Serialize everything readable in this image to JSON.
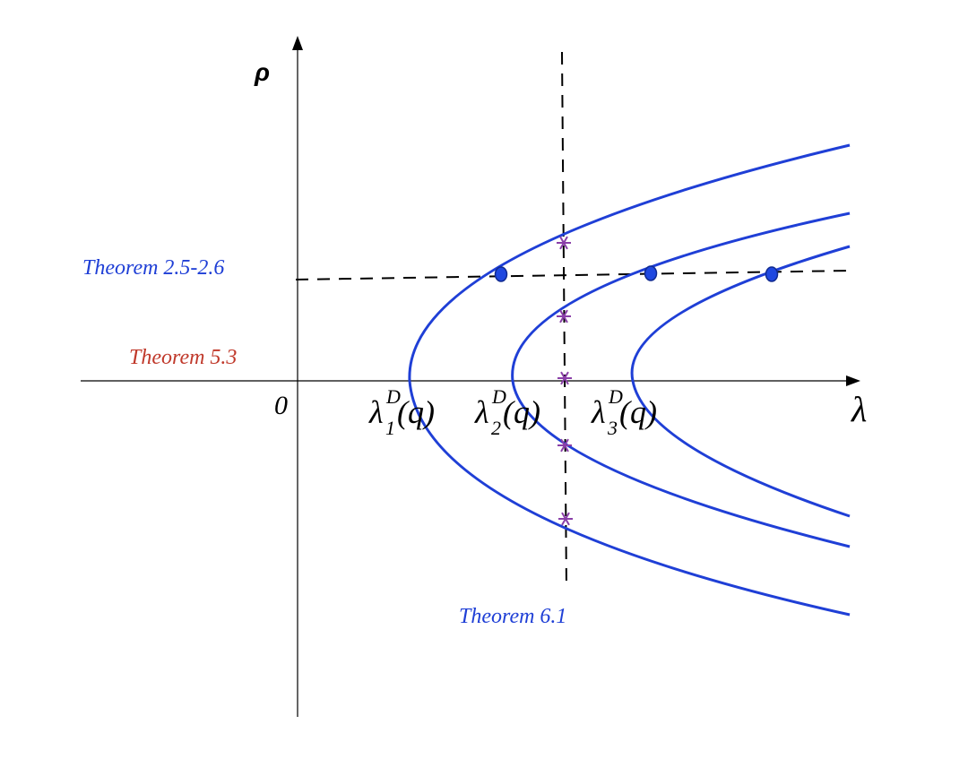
{
  "colors": {
    "curve": "#1f3fd6",
    "dot": "#1f48e0",
    "star": "#8a3fa8",
    "theorem_blue": "#1f3fd6",
    "theorem_red": "#c0392b"
  },
  "axes": {
    "rho_label": "ρ",
    "lambda_label": "λ",
    "origin_label": "0"
  },
  "eigenvalues": [
    {
      "symbol": "λ",
      "superscript": "D",
      "subscript": "1",
      "argument": "(q)"
    },
    {
      "symbol": "λ",
      "superscript": "D",
      "subscript": "2",
      "argument": "(q)"
    },
    {
      "symbol": "λ",
      "superscript": "D",
      "subscript": "3",
      "argument": "(q)"
    }
  ],
  "theorems": {
    "horizontal": "Theorem 2.5-2.6",
    "axis": "Theorem 5.3",
    "vertical": "Theorem 6.1"
  }
}
